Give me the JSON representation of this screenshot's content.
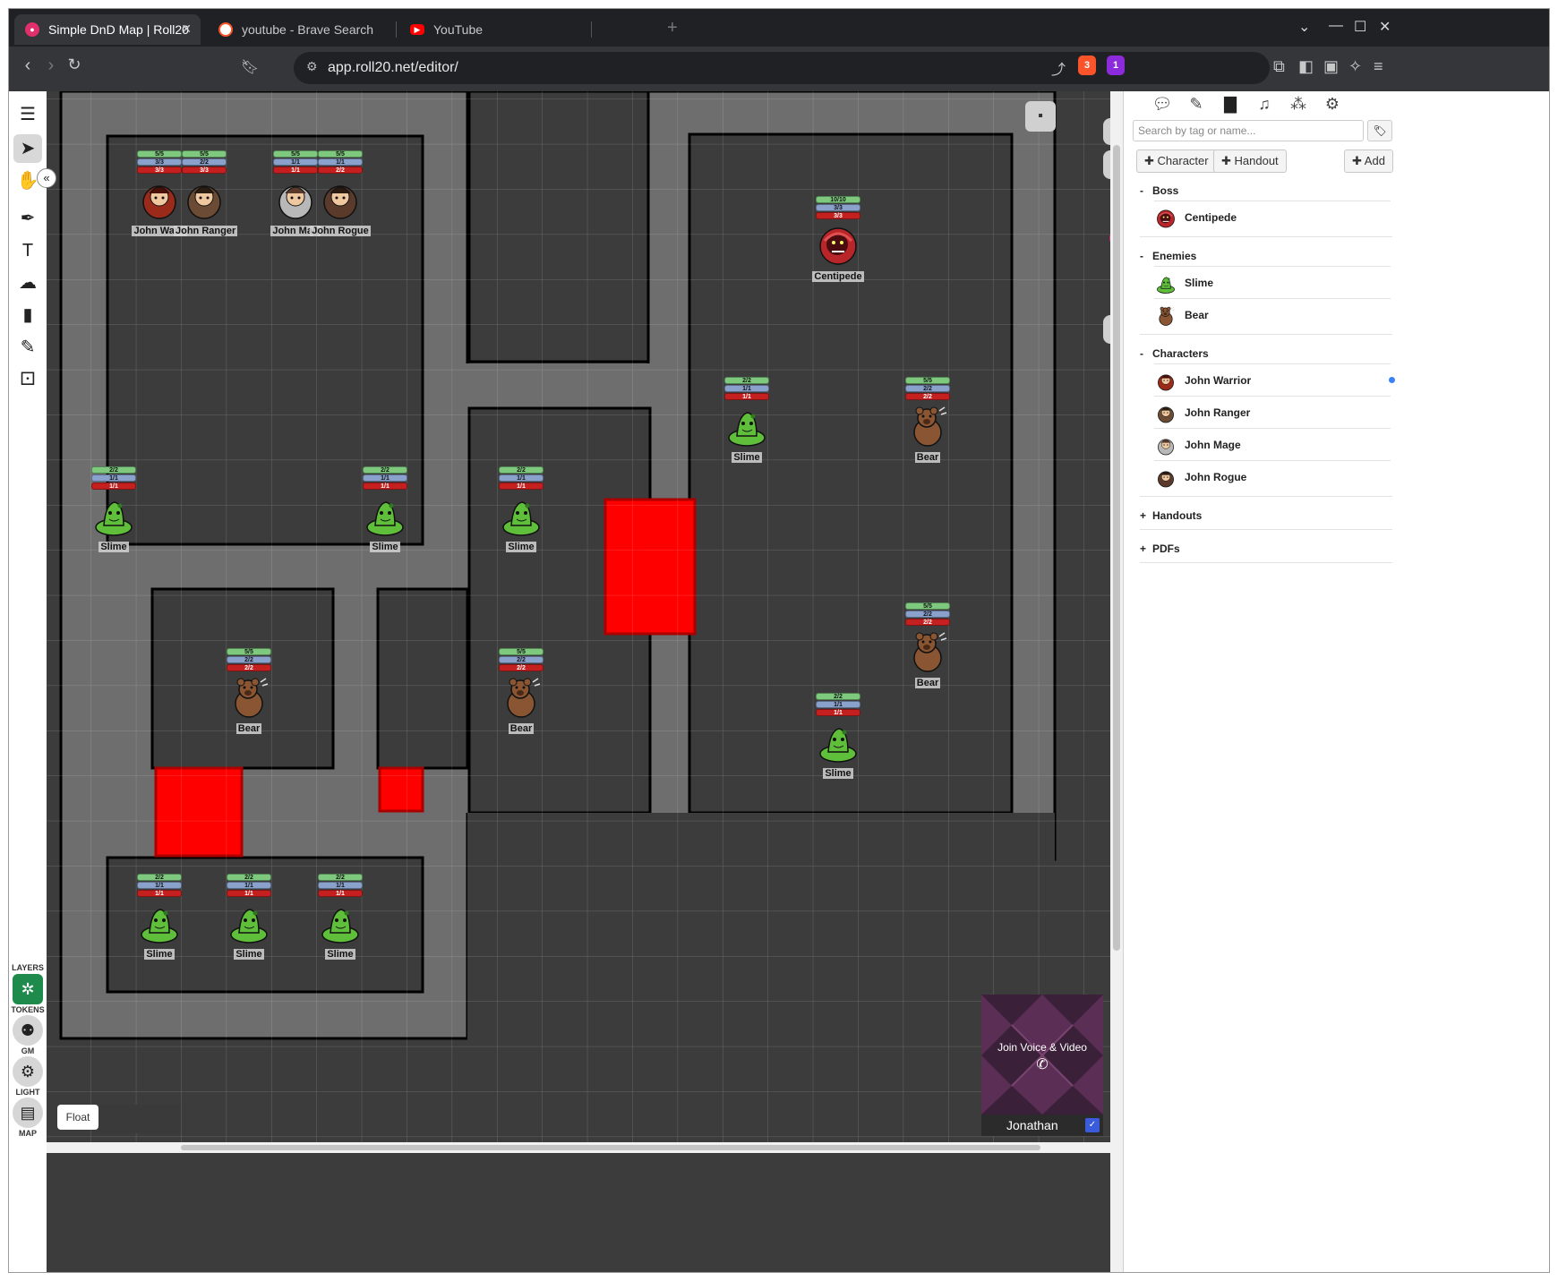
{
  "browser": {
    "tabs": [
      {
        "title": "Simple DnD Map | Roll20",
        "active": true
      },
      {
        "title": "youtube - Brave Search",
        "active": false
      },
      {
        "title": "YouTube",
        "active": false
      }
    ],
    "url": "app.roll20.net/editor/",
    "brave_badge": "3",
    "alert_badge": "1"
  },
  "left_tools": {
    "layers_label": "LAYERS",
    "tokens_label": "TOKENS",
    "gm_label": "GM",
    "light_label": "LIGHT",
    "map_label": "MAP"
  },
  "zoom": {
    "value": "80",
    "level": 0.34
  },
  "float_label": "Float",
  "voice": {
    "label": "Join Voice & Video",
    "user": "Jonathan"
  },
  "sidebar": {
    "search_placeholder": "Search by tag or name...",
    "buttons": {
      "character": "Character",
      "handout": "Handout",
      "add": "Add"
    },
    "folders": [
      {
        "sign": "-",
        "name": "Boss",
        "items": [
          {
            "name": "Centipede",
            "icon": "centipede"
          }
        ]
      },
      {
        "sign": "-",
        "name": "Enemies",
        "items": [
          {
            "name": "Slime",
            "icon": "slime"
          },
          {
            "name": "Bear",
            "icon": "bear"
          }
        ]
      },
      {
        "sign": "-",
        "name": "Characters",
        "items": [
          {
            "name": "John Warrior",
            "icon": "warrior"
          },
          {
            "name": "John Ranger",
            "icon": "ranger"
          },
          {
            "name": "John Mage",
            "icon": "mage"
          },
          {
            "name": "John Rogue",
            "icon": "rogue"
          }
        ]
      },
      {
        "sign": "+",
        "name": "Handouts",
        "items": []
      },
      {
        "sign": "+",
        "name": "PDFs",
        "items": []
      }
    ]
  },
  "tokens": [
    {
      "name": "John Warrior",
      "label": "John Warri",
      "kind": "warrior",
      "bars": [
        "5/5",
        "3/3",
        "3/3"
      ]
    },
    {
      "name": "John Ranger",
      "label": "John Ranger",
      "kind": "ranger",
      "bars": [
        "5/5",
        "2/2",
        "3/3"
      ]
    },
    {
      "name": "John Mage",
      "label": "John Mag",
      "kind": "mage",
      "bars": [
        "5/5",
        "1/1",
        "1/1"
      ]
    },
    {
      "name": "John Rogue",
      "label": "John Rogue",
      "kind": "rogue",
      "bars": [
        "5/5",
        "1/1",
        "2/2"
      ]
    },
    {
      "name": "Centipede",
      "label": "Centipede",
      "kind": "centipede",
      "bars": [
        "10/10",
        "3/3",
        "3/3"
      ]
    },
    {
      "name": "Slime",
      "label": "Slime",
      "kind": "slime",
      "bars": [
        "2/2",
        "1/1",
        "1/1"
      ]
    },
    {
      "name": "Bear",
      "label": "Bear",
      "kind": "bear",
      "bars": [
        "5/5",
        "2/2",
        "2/2"
      ]
    },
    {
      "name": "Slime",
      "label": "Slime",
      "kind": "slime",
      "bars": [
        "2/2",
        "1/1",
        "1/1"
      ]
    },
    {
      "name": "Slime",
      "label": "Slime",
      "kind": "slime",
      "bars": [
        "2/2",
        "1/1",
        "1/1"
      ]
    },
    {
      "name": "Bear",
      "label": "Bear",
      "kind": "bear",
      "bars": [
        "5/5",
        "2/2",
        "2/2"
      ]
    },
    {
      "name": "Bear",
      "label": "Bear",
      "kind": "bear",
      "bars": [
        "5/5",
        "2/2",
        "2/2"
      ]
    },
    {
      "name": "Slime",
      "label": "Slime",
      "kind": "slime",
      "bars": [
        "2/2",
        "1/1",
        "1/1"
      ]
    },
    {
      "name": "Bear",
      "label": "Bear",
      "kind": "bear",
      "bars": [
        "5/5",
        "2/2",
        "2/2"
      ]
    },
    {
      "name": "Slime",
      "label": "Slime",
      "kind": "slime",
      "bars": [
        "2/2",
        "1/1",
        "1/1"
      ]
    },
    {
      "name": "Slime",
      "label": "Slime",
      "kind": "slime",
      "bars": [
        "2/2",
        "1/1",
        "1/1"
      ]
    },
    {
      "name": "Slime",
      "label": "Slime",
      "kind": "slime",
      "bars": [
        "2/2",
        "1/1",
        "1/1"
      ]
    },
    {
      "name": "Slime",
      "label": "Slime",
      "kind": "slime",
      "bars": [
        "2/2",
        "1/1",
        "1/1"
      ]
    }
  ]
}
